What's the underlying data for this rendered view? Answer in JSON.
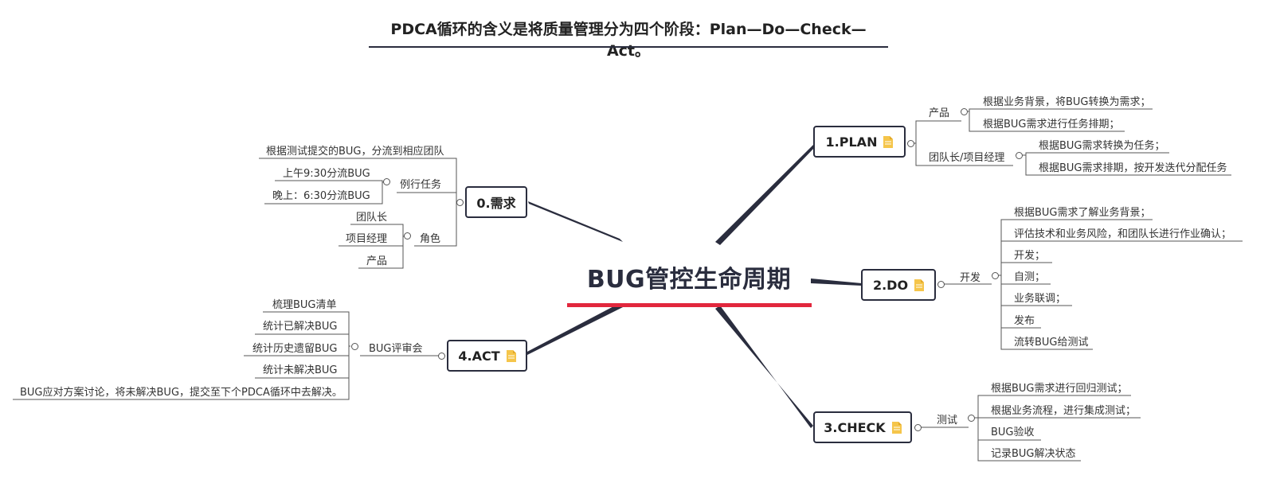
{
  "title": "PDCA循环的含义是将质量管理分为四个阶段：Plan—Do—Check—Act。",
  "central": "BUG管控生命周期",
  "colors": {
    "accent": "#e2273d",
    "node_border": "#2a2d3e",
    "doc_icon": "#f5c54a"
  },
  "branches": {
    "plan": {
      "label": "1.PLAN",
      "icon": "doc-icon",
      "subs": {
        "product": {
          "label": "产品",
          "leaves": [
            "根据业务背景，将BUG转换为需求；",
            "根据BUG需求进行任务排期；"
          ]
        },
        "lead": {
          "label": "团队长/项目经理",
          "leaves": [
            "根据BUG需求转换为任务；",
            "根据BUG需求排期，按开发迭代分配任务"
          ]
        }
      }
    },
    "do": {
      "label": "2.DO",
      "icon": "doc-icon",
      "subs": {
        "dev": {
          "label": "开发",
          "leaves": [
            "根据BUG需求了解业务背景；",
            "评估技术和业务风险，和团队长进行作业确认；",
            "开发；",
            "自测；",
            "业务联调；",
            "发布",
            "流转BUG给测试"
          ]
        }
      }
    },
    "check": {
      "label": "3.CHECK",
      "icon": "doc-icon",
      "subs": {
        "test": {
          "label": "测试",
          "leaves": [
            "根据BUG需求进行回归测试；",
            "根据业务流程，进行集成测试；",
            "BUG验收",
            "记录BUG解决状态"
          ]
        }
      }
    },
    "act": {
      "label": "4.ACT",
      "icon": "doc-icon",
      "subs": {
        "review": {
          "label": "BUG评审会",
          "leaves": [
            "梳理BUG清单",
            "统计已解决BUG",
            "统计历史遗留BUG",
            "统计未解决BUG",
            "BUG应对方案讨论，将未解决BUG，提交至下个PDCA循环中去解决。"
          ]
        }
      }
    },
    "req": {
      "label": "0.需求",
      "leaf_top": "根据测试提交的BUG，分流到相应团队",
      "subs": {
        "routine": {
          "label": "例行任务",
          "leaves": [
            "上午9:30分流BUG",
            "晚上：6:30分流BUG"
          ]
        },
        "role": {
          "label": "角色",
          "leaves": [
            "团队长",
            "项目经理",
            "产品"
          ]
        }
      }
    }
  }
}
